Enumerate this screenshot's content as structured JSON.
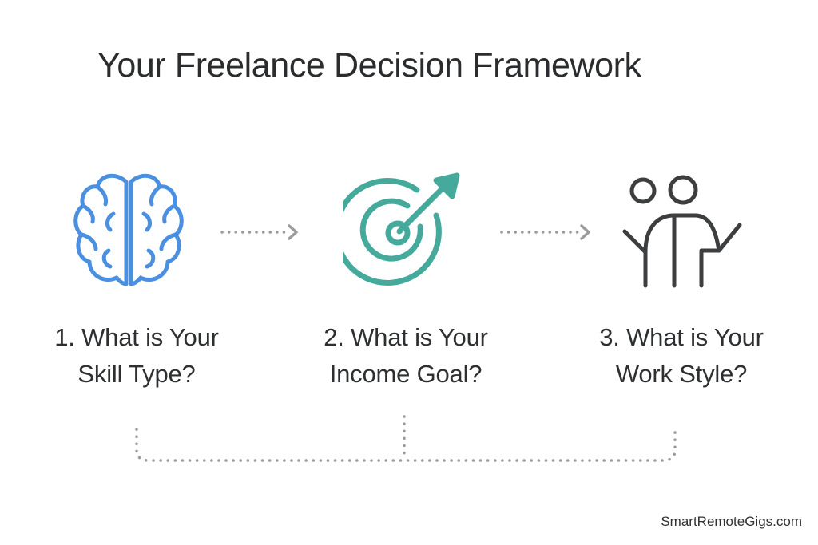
{
  "title": "Your Freelance Decision Framework",
  "steps": [
    {
      "line1": "1. What is Your",
      "line2": "Skill Type?",
      "icon": "brain-icon",
      "color": "#4a8fe0"
    },
    {
      "line1": "2. What is Your",
      "line2": "Income Goal?",
      "icon": "target-arrow-icon",
      "color": "#45a99c"
    },
    {
      "line1": "3. What is Your",
      "line2": "Work Style?",
      "icon": "people-shrug-icon",
      "color": "#3c3e40"
    }
  ],
  "connector_color": "#9a9c9e",
  "footer": "SmartRemoteGigs.com"
}
